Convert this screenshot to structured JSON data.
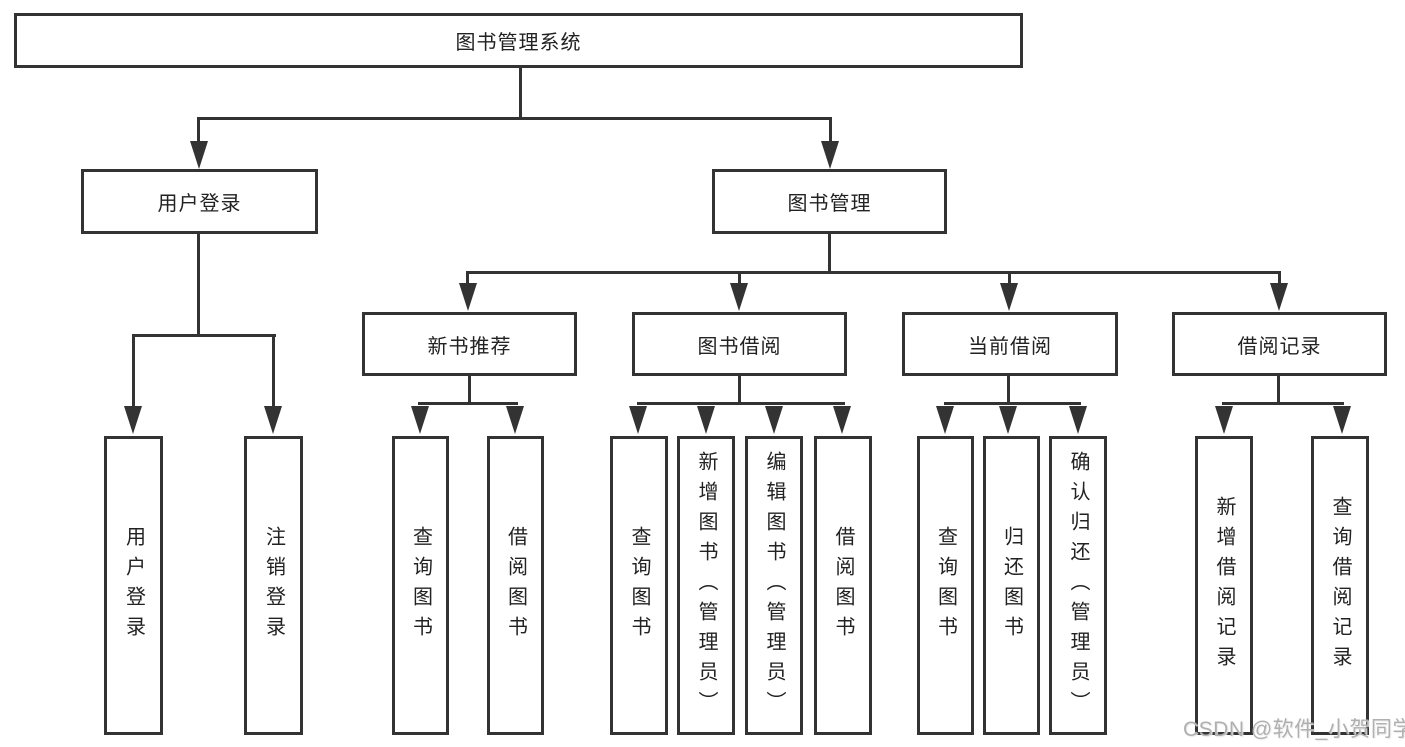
{
  "diagram": {
    "root_label": "图书管理系统",
    "user_login": {
      "label": "用户登录",
      "children": [
        "用户登录",
        "注销登录"
      ]
    },
    "book_management": {
      "label": "图书管理",
      "groups": [
        {
          "label": "新书推荐",
          "children": [
            "查询图书",
            "借阅图书"
          ]
        },
        {
          "label": "图书借阅",
          "children": [
            "查询图书",
            "新增图书（管理员）",
            "编辑图书（管理员）",
            "借阅图书"
          ]
        },
        {
          "label": "当前借阅",
          "children": [
            "查询图书",
            "归还图书",
            "确认归还（管理员）"
          ]
        },
        {
          "label": "借阅记录",
          "children": [
            "新增借阅记录",
            "查询借阅记录"
          ]
        }
      ]
    },
    "watermark": "CSDN @软件_小贺同学"
  },
  "colors": {
    "line": "#333333",
    "text": "#222222",
    "watermark": "#b0b0b0",
    "background": "#ffffff"
  }
}
